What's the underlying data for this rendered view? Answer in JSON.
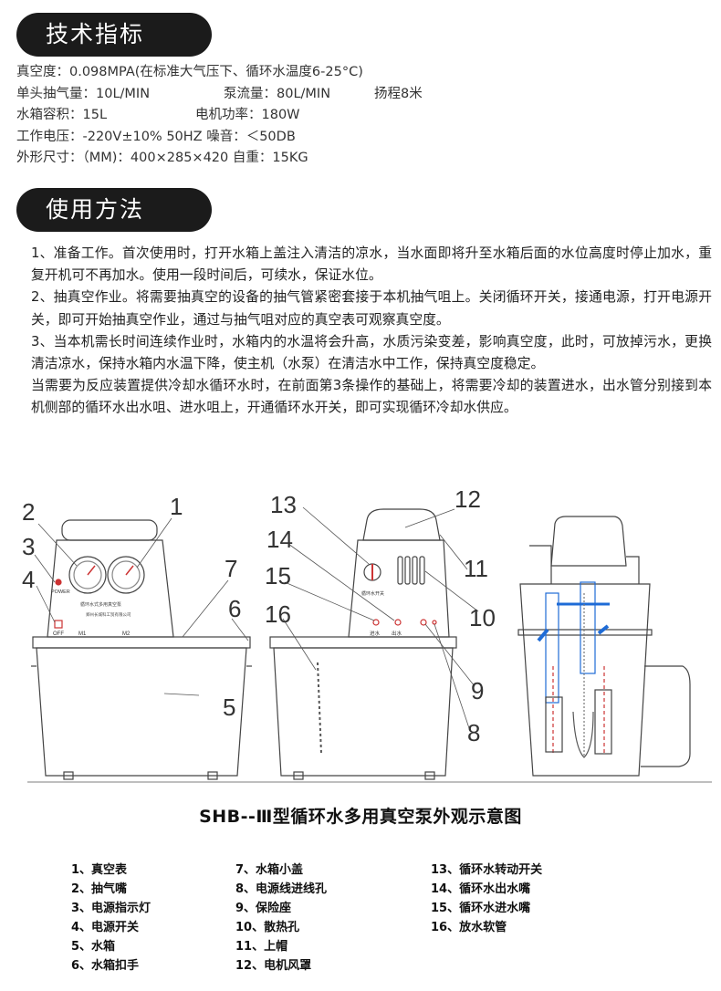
{
  "sections": {
    "specs_title": "技术指标",
    "usage_title": "使用方法"
  },
  "specs": [
    [
      "真空度：0.098MPA(在标准大气压下、循环水温度6-25°C)"
    ],
    [
      "单头抽气量：10L/MIN",
      "泵流量：80L/MIN",
      "扬程8米"
    ],
    [
      "水箱容积：15L",
      "电机功率：180W"
    ],
    [
      "工作电压：-220V±10%  50HZ  噪音：＜50DB"
    ],
    [
      "外形尺寸：（MM)：400×285×420  自重：15KG"
    ]
  ],
  "usage": [
    "1、准备工作。首次使用时，打开水箱上盖注入清洁的凉水，当水面即将升至水箱后面的水位高度时停止加水，重复开机可不再加水。使用一段时间后，可续水，保证水位。",
    "2、抽真空作业。将需要抽真空的设备的抽气管紧密套接于本机抽气咀上。关闭循环开关，接通电源，打开电源开关，即可开始抽真空作业，通过与抽气咀对应的真空表可观察真空度。",
    "3、当本机需长时间连续作业时，水箱内的水温将会升高，水质污染变差，影响真空度，此时，可放掉污水，更换清洁凉水，保持水箱内水温下降，使主机（水泵）在清洁水中工作，保持真空度稳定。",
    "当需要为反应装置提供冷却水循环水时，在前面第3条操作的基础上，将需要冷却的装置进水，出水管分别接到本机侧部的循环水出水咀、进水咀上，开通循环水开关，即可实现循环冷却水供应。"
  ],
  "diagram": {
    "callouts": [
      "1",
      "2",
      "3",
      "4",
      "5",
      "6",
      "7",
      "8",
      "9",
      "10",
      "11",
      "12",
      "13",
      "14",
      "15",
      "16"
    ],
    "panel_power": "POWER",
    "panel_off": "OFF",
    "panel_m1": "M1",
    "panel_m2": "M2",
    "panel_brand": "循环水式多用真空泵",
    "panel_maker": "郑州长城科工贸有限公司",
    "side_switch_label": "循环水开关",
    "side_in": "进水",
    "side_out": "出水",
    "caption": "SHB--Ⅲ型循环水多用真空泵外观示意图"
  },
  "legend": [
    [
      "1、真空表",
      "2、抽气嘴",
      "3、电源指示灯",
      "4、电源开关",
      "5、水箱",
      "6、水箱扣手"
    ],
    [
      "7、水箱小盖",
      "8、电源线进线孔",
      "9、保险座",
      "10、散热孔",
      "11、上帽",
      "12、电机风罩"
    ],
    [
      "13、循环水转动开关",
      "14、循环水出水嘴",
      "15、循环水进水嘴",
      "16、放水软管"
    ]
  ]
}
